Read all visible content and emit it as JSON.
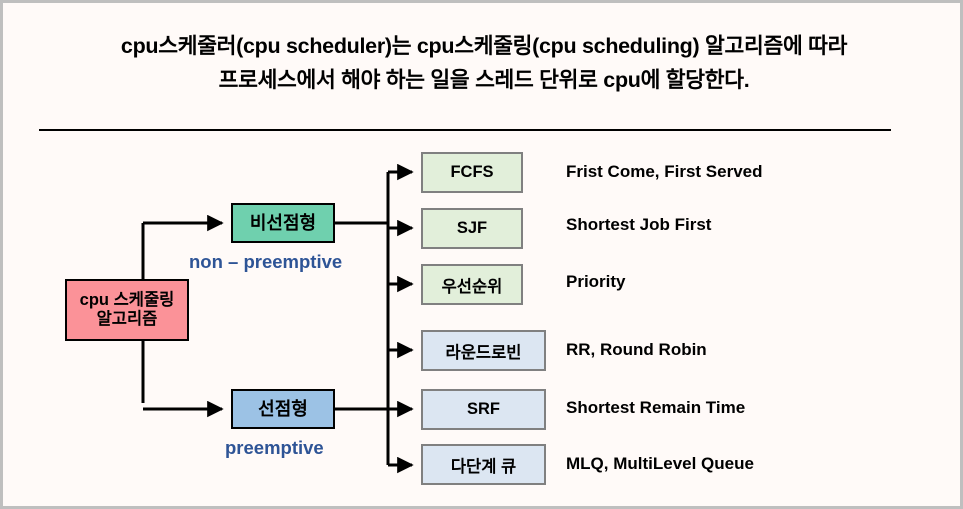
{
  "slide": {
    "title": {
      "line_1": "cpu스케줄러(cpu scheduler)는 cpu스케줄링(cpu scheduling) 알고리즘에 따라",
      "line_2": "프로세스에서 해야 하는 일을 스레드 단위로 cpu에 할당한다."
    },
    "colors": {
      "background": "#FFFAF8",
      "outer_border": "#BFBFBF",
      "divider": "#000000",
      "root_node_fill": "#FB9298",
      "nonpreemptive_node_fill": "#6FD0AE",
      "preemptive_node_fill": "#9CC2E5",
      "green_leaf_fill": "#E2EFDA",
      "blue_leaf_fill": "#DCE6F2",
      "leaf_border": "#808080",
      "sublabel_text": "#2E5496",
      "connector": "#000000"
    }
  },
  "diagram": {
    "root": {
      "label_line_1": "cpu 스케줄링",
      "label_line_2": "알고리즘"
    },
    "branches": [
      {
        "node_label": "비선점형",
        "sublabel": "non – preemptive",
        "leaves": [
          {
            "box": "FCFS",
            "description": "Frist Come, First Served"
          },
          {
            "box": "SJF",
            "description": "Shortest Job First"
          },
          {
            "box": "우선순위",
            "description": "Priority"
          }
        ]
      },
      {
        "node_label": "선점형",
        "sublabel": "preemptive",
        "leaves": [
          {
            "box": "라운드로빈",
            "description": "RR, Round Robin"
          },
          {
            "box": "SRF",
            "description": "Shortest Remain Time"
          },
          {
            "box": "다단계 큐",
            "description": "MLQ, MultiLevel Queue"
          }
        ]
      }
    ]
  }
}
